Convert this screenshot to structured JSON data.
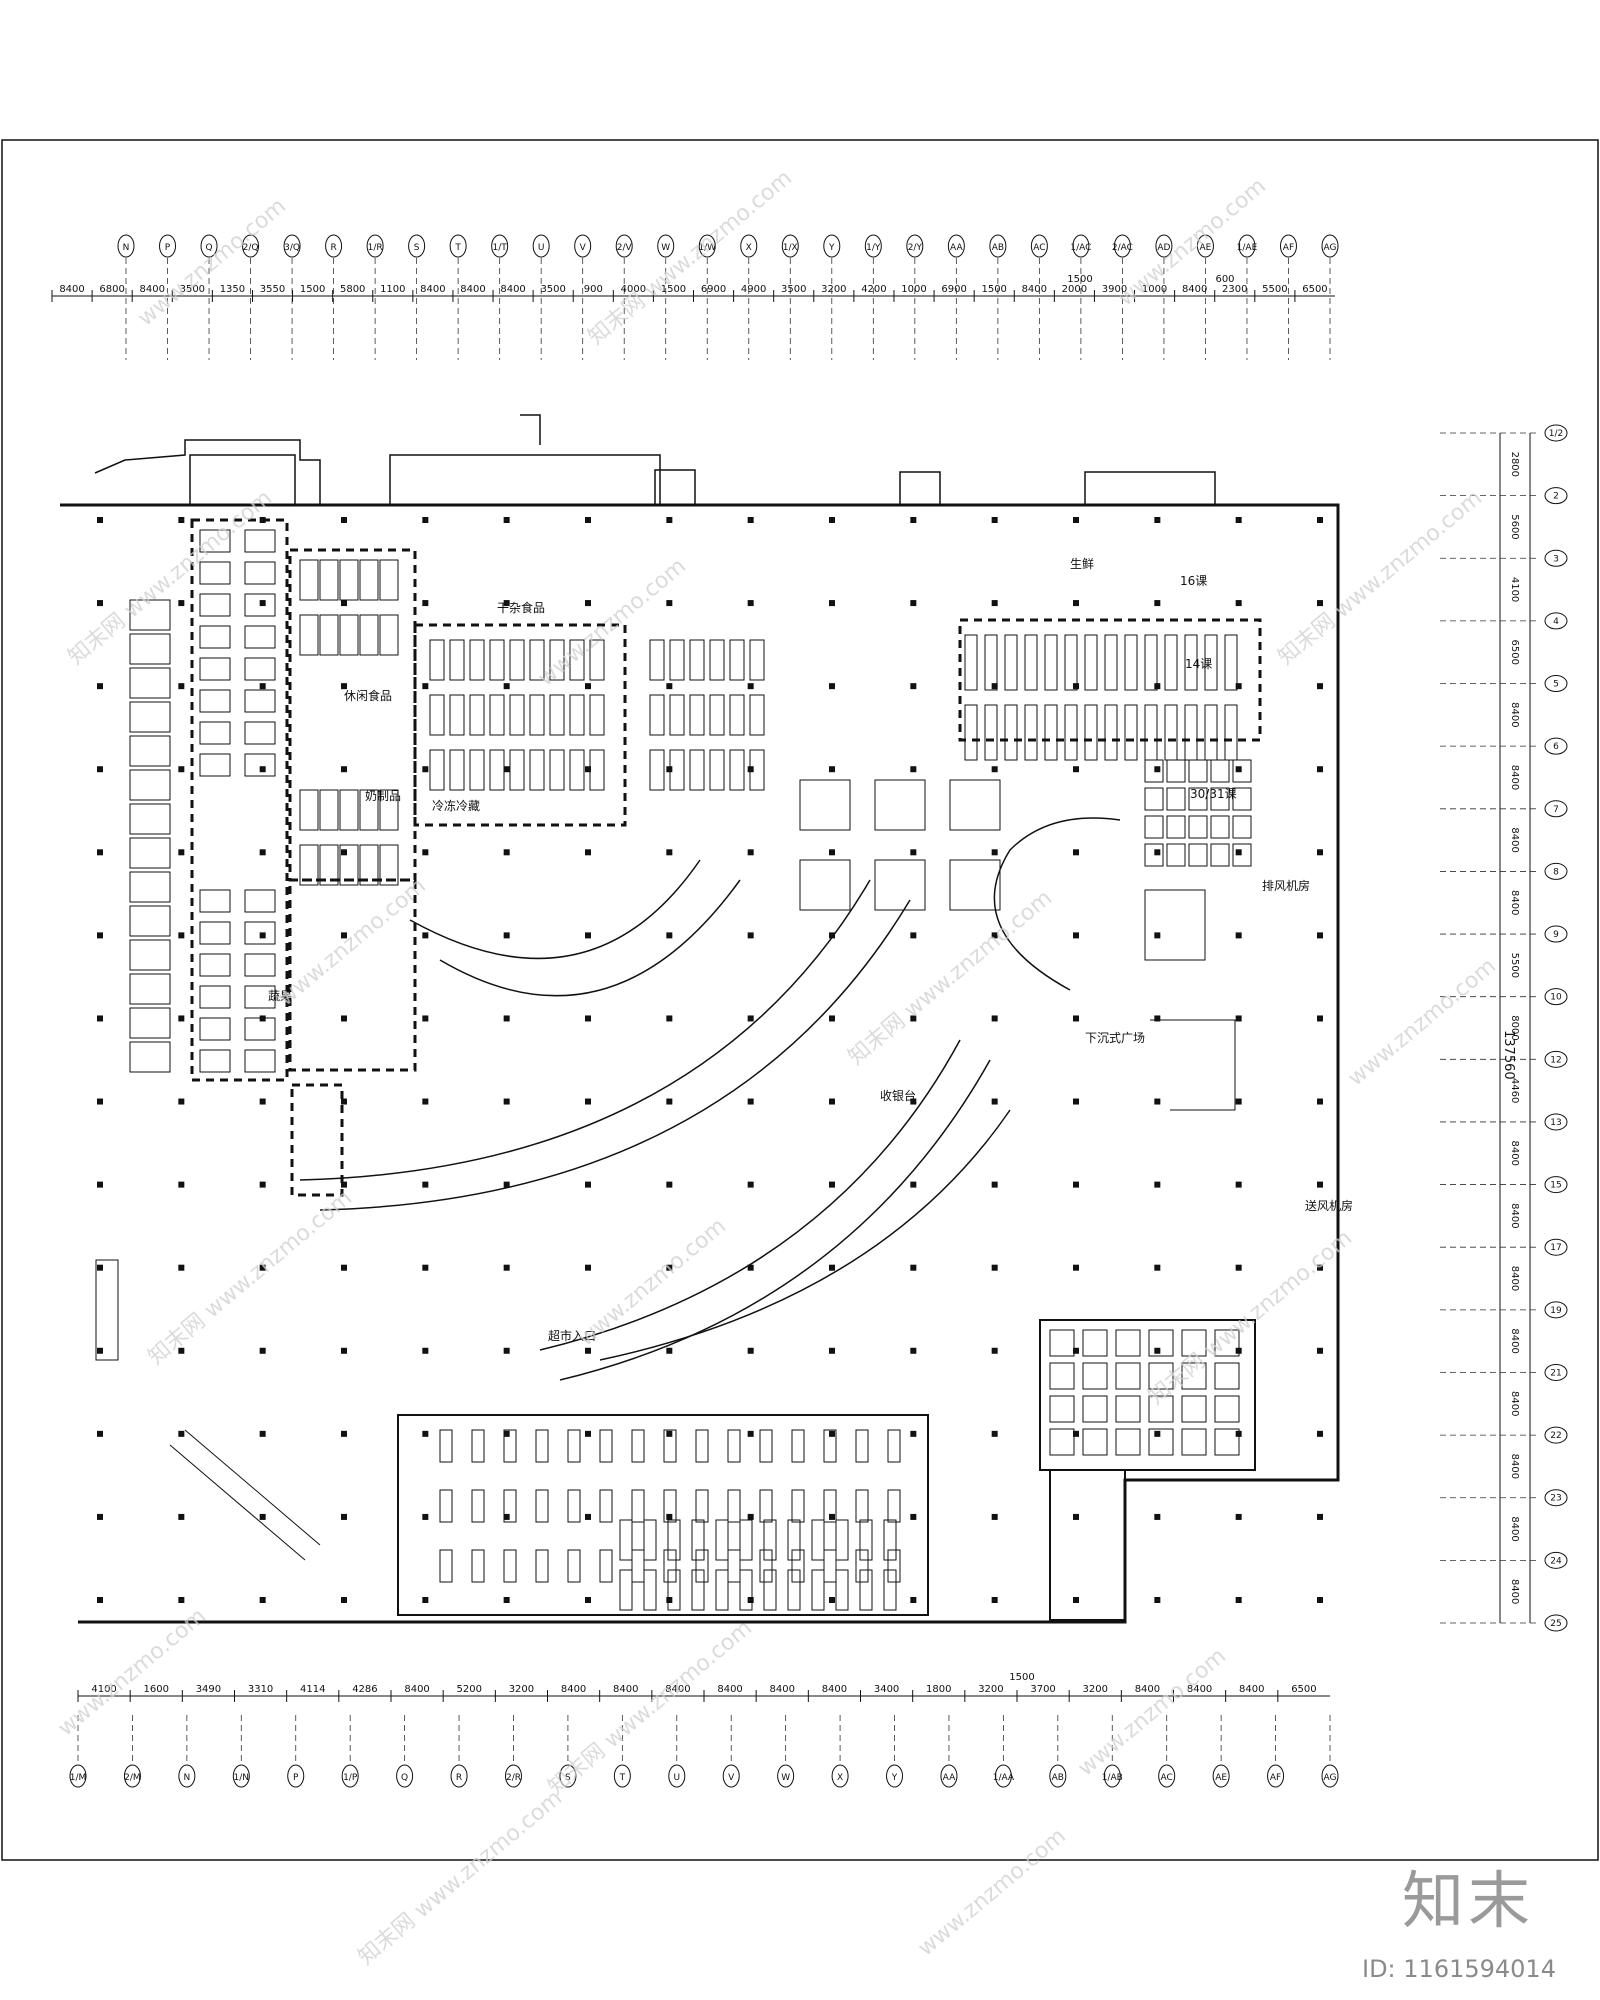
{
  "grid": {
    "top_axes": [
      "N",
      "P",
      "Q",
      "2/Q",
      "3/Q",
      "R",
      "1/R",
      "S",
      "T",
      "1/T",
      "U",
      "V",
      "2/V",
      "W",
      "1/W",
      "X",
      "1/X",
      "Y",
      "1/Y",
      "2/Y",
      "AA",
      "AB",
      "AC",
      "1/AC",
      "2/AC",
      "AD",
      "AE",
      "1/AE",
      "AF",
      "AG"
    ],
    "top_dims": [
      "8400",
      "6800",
      "8400",
      "3500",
      "1350",
      "3550",
      "1500",
      "5800",
      "1100",
      "8400",
      "8400",
      "8400",
      "3500",
      "900",
      "4000",
      "1500",
      "6900",
      "4900",
      "3500",
      "3200",
      "4200",
      "1000",
      "6900",
      "1500",
      "8400",
      "2000",
      "3900",
      "1000",
      "8400",
      "2300",
      "5500",
      "6500"
    ],
    "top_dims_extra": [
      "1500",
      "600"
    ],
    "bottom_axes": [
      "1/M",
      "2/M",
      "N",
      "1/N",
      "P",
      "1/P",
      "Q",
      "R",
      "2/R",
      "S",
      "T",
      "U",
      "V",
      "W",
      "X",
      "Y",
      "AA",
      "1/AA",
      "AB",
      "1/AB",
      "AC",
      "AE",
      "AF",
      "AG"
    ],
    "bottom_dims": [
      "4100",
      "1600",
      "3490",
      "3310",
      "4114",
      "4286",
      "8400",
      "5200",
      "3200",
      "8400",
      "8400",
      "8400",
      "8400",
      "8400",
      "8400",
      "3400",
      "1800",
      "3200",
      "3700",
      "3200",
      "8400",
      "8400",
      "8400",
      "6500"
    ],
    "bottom_dims_extra": [
      "1500"
    ],
    "right_axes": [
      "1/2",
      "2",
      "3",
      "4",
      "5",
      "6",
      "7",
      "8",
      "9",
      "10",
      "12",
      "13",
      "15",
      "17",
      "19",
      "21",
      "22",
      "23",
      "24",
      "25"
    ],
    "right_dims": [
      "2800",
      "5600",
      "4100",
      "6500",
      "8400",
      "8400",
      "8400",
      "8400",
      "5500",
      "8000",
      "4460",
      "8400",
      "8400",
      "8400",
      "8400",
      "8400",
      "8400",
      "8400",
      "8400"
    ],
    "right_total": "137560"
  },
  "zones": [
    {
      "label": "干杂食品"
    },
    {
      "label": "休闲食品"
    },
    {
      "label": "冷冻冷藏"
    },
    {
      "label": "奶制品"
    },
    {
      "label": "蔬果"
    },
    {
      "label": "生鲜"
    },
    {
      "label": "30/31课"
    },
    {
      "label": "16课"
    },
    {
      "label": "14课"
    },
    {
      "label": "下沉式广场"
    },
    {
      "label": "收银台"
    },
    {
      "label": "超市入口"
    },
    {
      "label": "排风机房"
    },
    {
      "label": "送风机房"
    }
  ],
  "watermark": {
    "text": "www.znzmo.com",
    "brand": "知末网"
  },
  "logo": {
    "text": "知末"
  },
  "id_label": {
    "text": "ID: 1161594014"
  },
  "colors": {
    "line": "#111111",
    "grid_dash": "#333333",
    "watermark": "#cfcfcf"
  }
}
